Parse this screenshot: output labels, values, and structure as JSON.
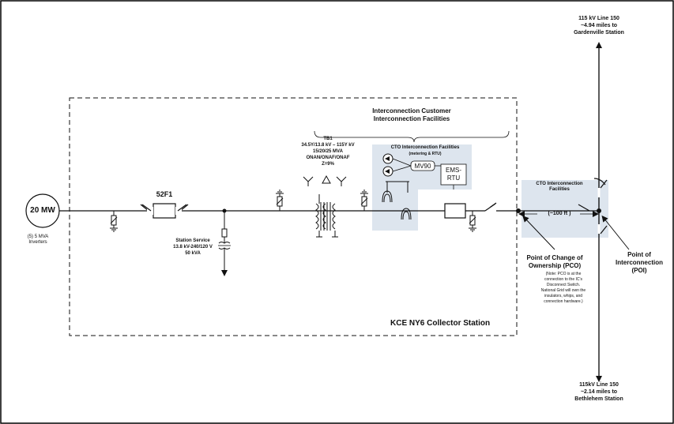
{
  "colors": {
    "line": "#1a1a1a",
    "shade": "#dde5ee",
    "border": "#000000"
  },
  "generator": {
    "rating": "20 MW",
    "note_line1": "(5) 5 MVA",
    "note_line2": "Inverters"
  },
  "breaker": {
    "label": "52F1"
  },
  "station_service": {
    "line1": "Station Service",
    "line2": "13.8 kV-240/120 V",
    "line3": "50 kVA"
  },
  "transformer": {
    "line1": "TB1",
    "line2": "34.5Y/13.8 kV – 115Y kV",
    "line3": "15/20/25 MVA",
    "line4": "ONAN/ONAF/ONAF",
    "line5": "Z=9%"
  },
  "customer_facilities": {
    "line1": "Interconnection Customer",
    "line2": "Interconnection  Facilities"
  },
  "cto_metering": {
    "line1": "CTO  Interconnection Facilities",
    "line2": "(metering & RTU)",
    "meter_label": "MV90",
    "rtu_line1": "EMS-",
    "rtu_line2": "RTU"
  },
  "cto_facilities": {
    "line1": "CTO Interconnection",
    "line2": "Facilities",
    "distance": "(~100 ft )"
  },
  "pco": {
    "line1": "Point of Change of",
    "line2": "Ownership (PCO)",
    "note1": "(Note: PCO is at the",
    "note2": "connection to the IC's",
    "note3": "Disconnect Switch.",
    "note4": "National Grid will own the",
    "note5": "insulators, whips, and",
    "note6": "connection hardware.)"
  },
  "poi": {
    "line1": "Point of",
    "line2": "Interconnection",
    "line3": "(POI)"
  },
  "line_north": {
    "line1": "115 kV Line 150",
    "line2": "~4.94 miles to",
    "line3": "Gardenville Station"
  },
  "line_south": {
    "line1": "115kV Line 150",
    "line2": "~2.14 miles to",
    "line3": "Bethlehem Station"
  },
  "station": {
    "name": "KCE NY6 Collector Station"
  }
}
